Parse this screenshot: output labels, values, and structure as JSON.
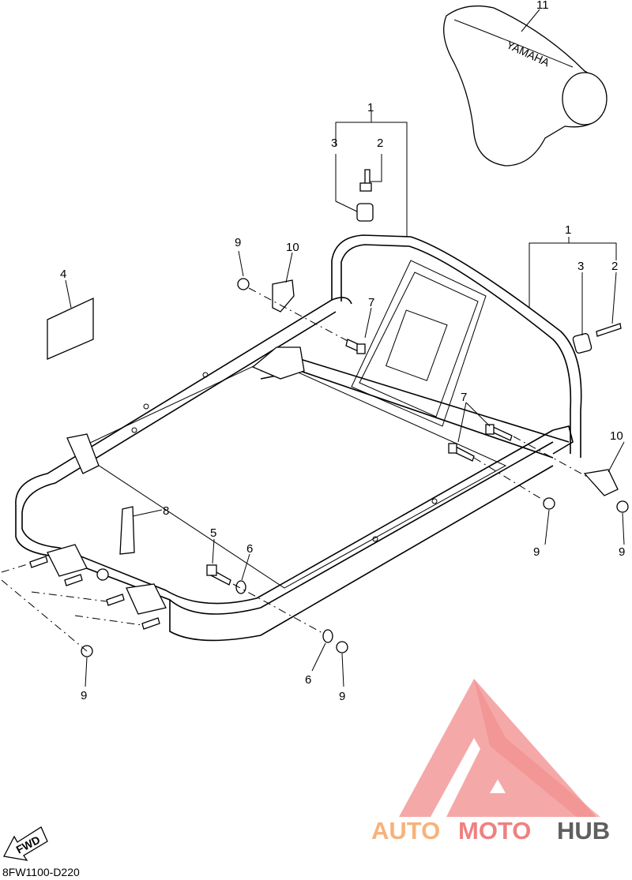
{
  "diagram": {
    "code": "8FW1100-D220",
    "fwd_label": "FWD",
    "cover_text": "YAMAHA",
    "callouts": {
      "c11": "11",
      "c1a": "1",
      "c3a": "3",
      "c2a": "2",
      "c9a": "9",
      "c10a": "10",
      "c4": "4",
      "c7a": "7",
      "c1b": "1",
      "c3b": "3",
      "c2b": "2",
      "c7b": "7",
      "c10b": "10",
      "c8": "8",
      "c5": "5",
      "c6a": "6",
      "c9b": "9",
      "c9c": "9",
      "c9d": "9",
      "c6b": "6",
      "c9e": "9"
    }
  },
  "watermark": {
    "part1": "AUTO",
    "part2": "MOTO",
    "part3": "HUB",
    "colors": {
      "orange": "#f7b27a",
      "red": "#f08080",
      "gray": "#5f5f5f",
      "triangle": "#f28b8b"
    }
  }
}
